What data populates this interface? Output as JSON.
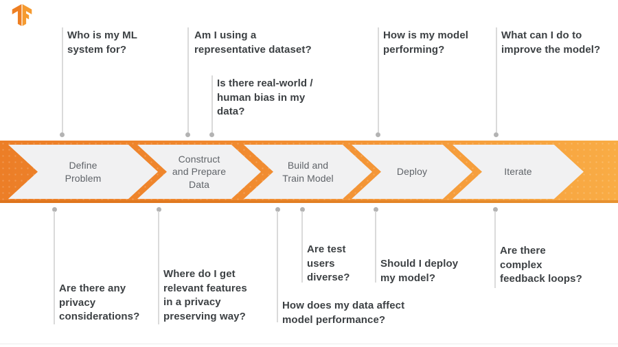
{
  "logo": {
    "name": "TensorFlow",
    "color_left": "#ee7f22",
    "color_right": "#f59a2f"
  },
  "banner": {
    "gradient_left": "#ec7e27",
    "gradient_right": "#f9ac45",
    "chevron_fill": "#f1f1f2",
    "label_color": "#5f6368",
    "steps": [
      {
        "label": "Define\nProblem"
      },
      {
        "label": "Construct\nand Prepare\nData"
      },
      {
        "label": "Build and\nTrain Model"
      },
      {
        "label": "Deploy"
      },
      {
        "label": "Iterate"
      }
    ]
  },
  "questions": {
    "text_color": "#3c4043",
    "top": [
      {
        "text": "Who is my ML\nsystem for?"
      },
      {
        "text": "Am I using a\nrepresentative dataset?"
      },
      {
        "text": "Is there real-world /\nhuman bias in my\ndata?"
      },
      {
        "text": "How is my model\nperforming?"
      },
      {
        "text": "What can I do to\nimprove the model?"
      }
    ],
    "bottom": [
      {
        "text": "Are there any\nprivacy\nconsiderations?"
      },
      {
        "text": "Where do I get\nrelevant features\nin a privacy\npreserving way?"
      },
      {
        "text": "How does my data affect\nmodel performance?"
      },
      {
        "text": "Are test\nusers\ndiverse?"
      },
      {
        "text": "Should I deploy\nmy model?"
      },
      {
        "text": "Are there\ncomplex\nfeedback loops?"
      }
    ]
  },
  "connector": {
    "line_color": "#dadada",
    "dot_color": "#b3b3b3"
  }
}
